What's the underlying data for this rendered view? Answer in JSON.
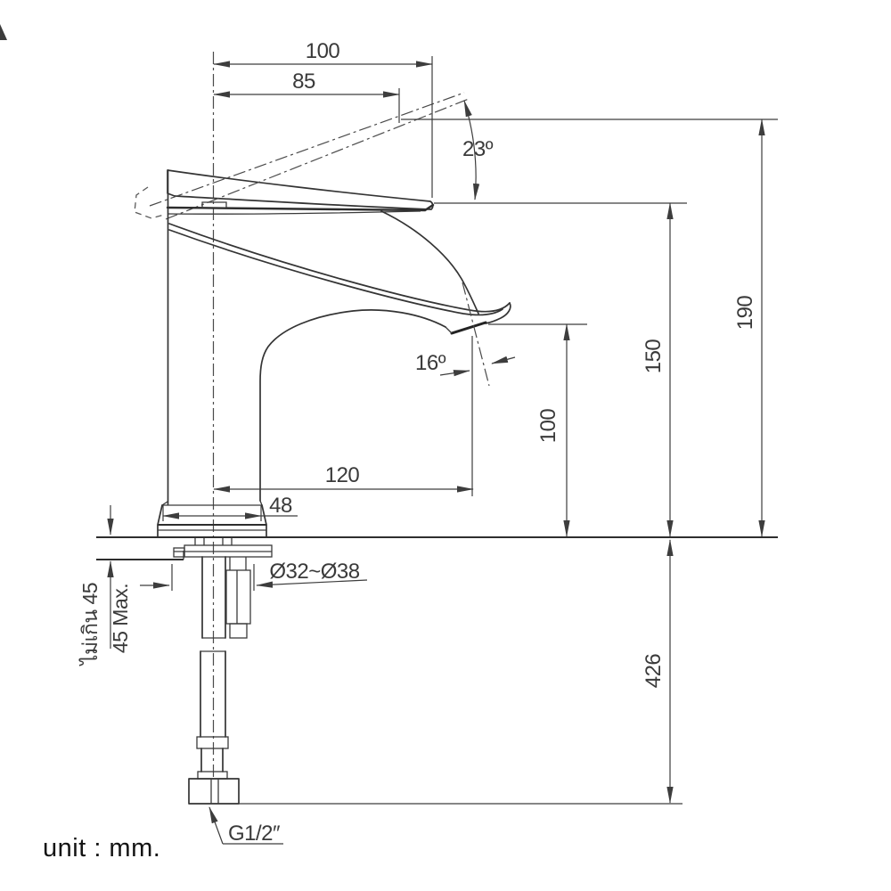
{
  "drawing": {
    "title": "Basin faucet dimensional side elevation",
    "unit_note": "unit : mm.",
    "line_color": "#3d3d3d",
    "text_color": "#3a3a3a",
    "dims": {
      "top_reach": "100",
      "handle_reach": "85",
      "handle_angle": "23º",
      "outlet_angle": "16º",
      "overall_height": "190",
      "spout_height": "150",
      "outlet_height": "100",
      "outlet_reach": "120",
      "base_width": "48",
      "hole_diameter": "Ø32~Ø38",
      "deck_max_th": "ไม่เกิน 45",
      "deck_max_en": "45 Max.",
      "under_height": "426",
      "thread": "G1/2″"
    }
  }
}
